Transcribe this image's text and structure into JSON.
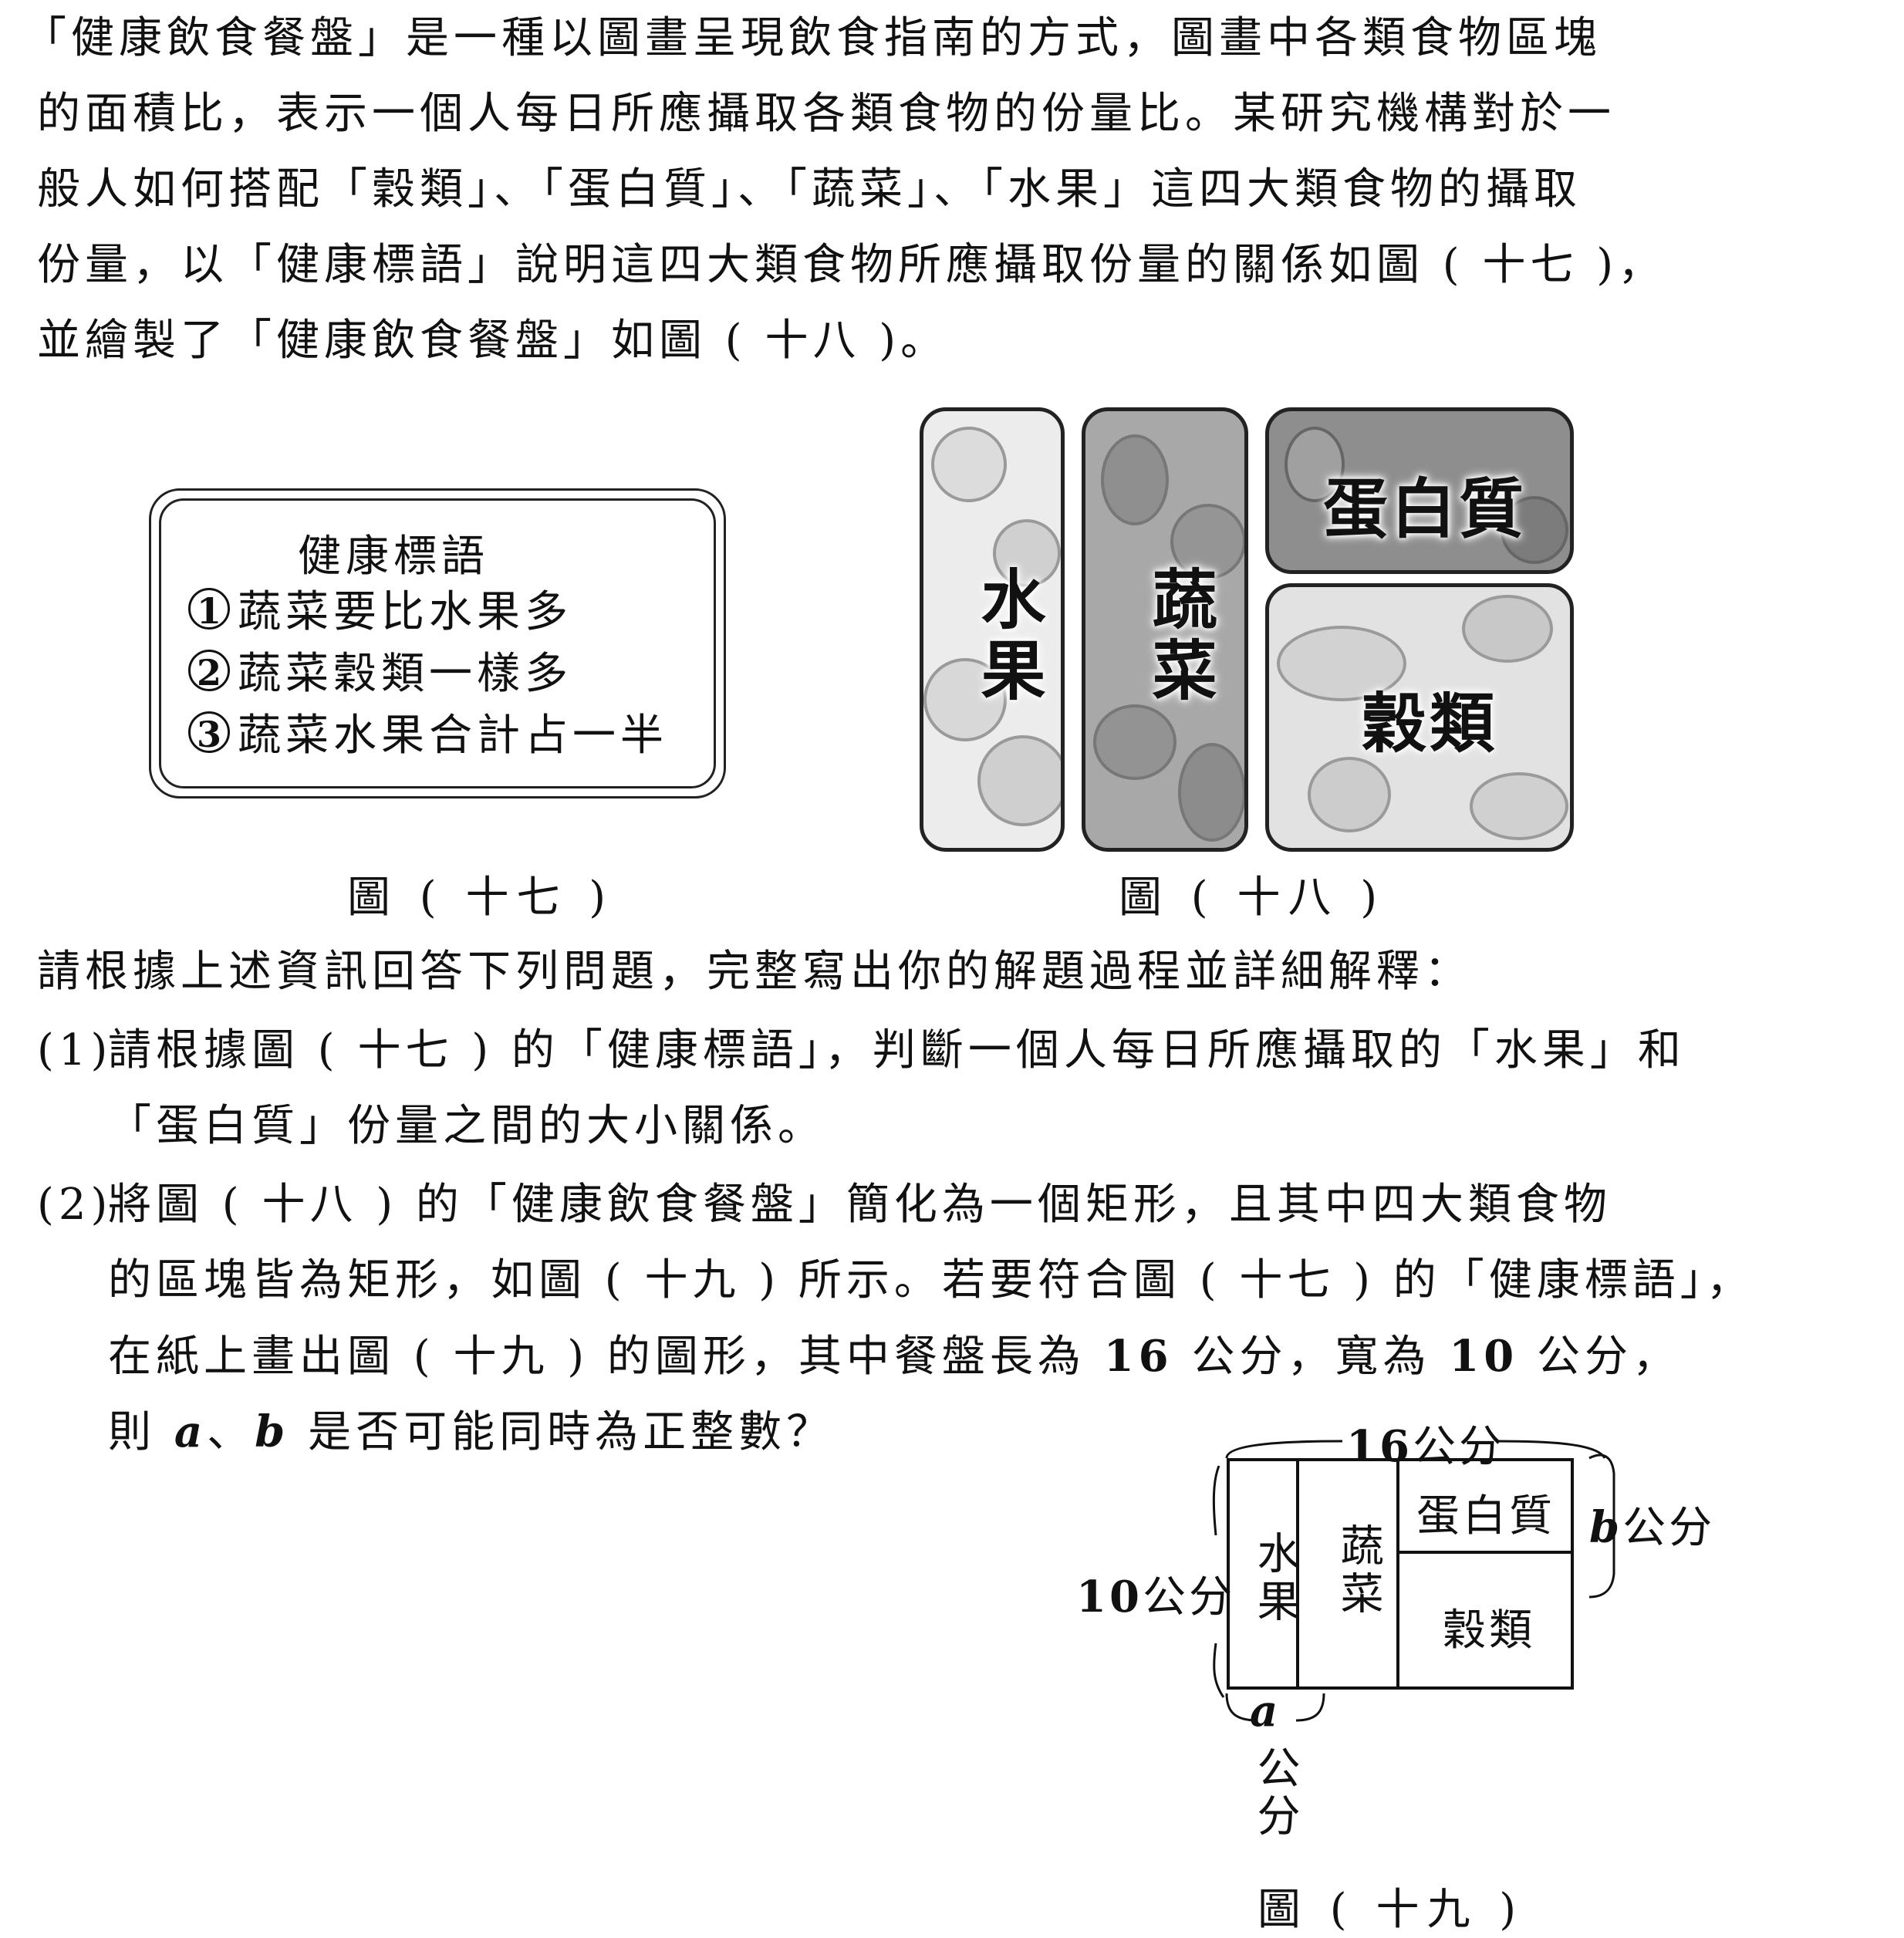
{
  "intro": {
    "lines": [
      "「健康飲食餐盤」是一種以圖畫呈現飲食指南的方式，圖畫中各類食物區塊",
      "的面積比，表示一個人每日所應攝取各類食物的份量比。某研究機構對於一",
      "般人如何搭配「穀類」、「蛋白質」、「蔬菜」、「水果」這四大類食物的攝取",
      "份量，以「健康標語」說明這四大類食物所應攝取份量的關係如圖 ( 十七 )，",
      "並繪製了「健康飲食餐盤」如圖 ( 十八 )。"
    ]
  },
  "fig17": {
    "title": "健康標語",
    "items": [
      {
        "num": "1",
        "text": "蔬菜要比水果多"
      },
      {
        "num": "2",
        "text": "蔬菜穀類一樣多"
      },
      {
        "num": "3",
        "text": "蔬菜水果合計占一半"
      }
    ],
    "caption": "圖 ( 十七 )"
  },
  "fig18": {
    "fruit": "水果",
    "veg": "蔬菜",
    "protein": "蛋白質",
    "grain": "穀類",
    "caption": "圖 ( 十八 )"
  },
  "questions": {
    "lead": "請根據上述資訊回答下列問題，完整寫出你的解題過程並詳細解釋：",
    "q1_num": "(1)",
    "q1_line1": "請根據圖 ( 十七 ) 的「健康標語」，判斷一個人每日所應攝取的「水果」和",
    "q1_line2": "「蛋白質」份量之間的大小關係。",
    "q2_num": "(2)",
    "q2_line1": "將圖 ( 十八 ) 的「健康飲食餐盤」簡化為一個矩形，且其中四大類食物",
    "q2_line2": "的區塊皆為矩形，如圖 ( 十九 ) 所示。若要符合圖 ( 十七 ) 的「健康標語」，",
    "q2_line3_a": "在紙上畫出圖 ( 十九 ) 的圖形，其中餐盤長為 ",
    "q2_line3_len": "16",
    "q2_line3_b": " 公分，寬為 ",
    "q2_line3_wid": "10",
    "q2_line3_c": " 公分，",
    "q2_line4_a": "則 ",
    "q2_line4_va": "a",
    "q2_line4_sep": "、",
    "q2_line4_vb": "b",
    "q2_line4_b": " 是否可能同時為正整數？"
  },
  "fig19": {
    "top_num": "16",
    "top_unit": "公分",
    "left_num": "10",
    "left_unit": "公分",
    "fruit": "水果",
    "veg": "蔬菜",
    "protein": "蛋白質",
    "grain": "穀類",
    "b_var": "b",
    "b_unit": "公分",
    "a_var": "a",
    "a_unit": "公分",
    "caption": "圖 ( 十九 )"
  }
}
